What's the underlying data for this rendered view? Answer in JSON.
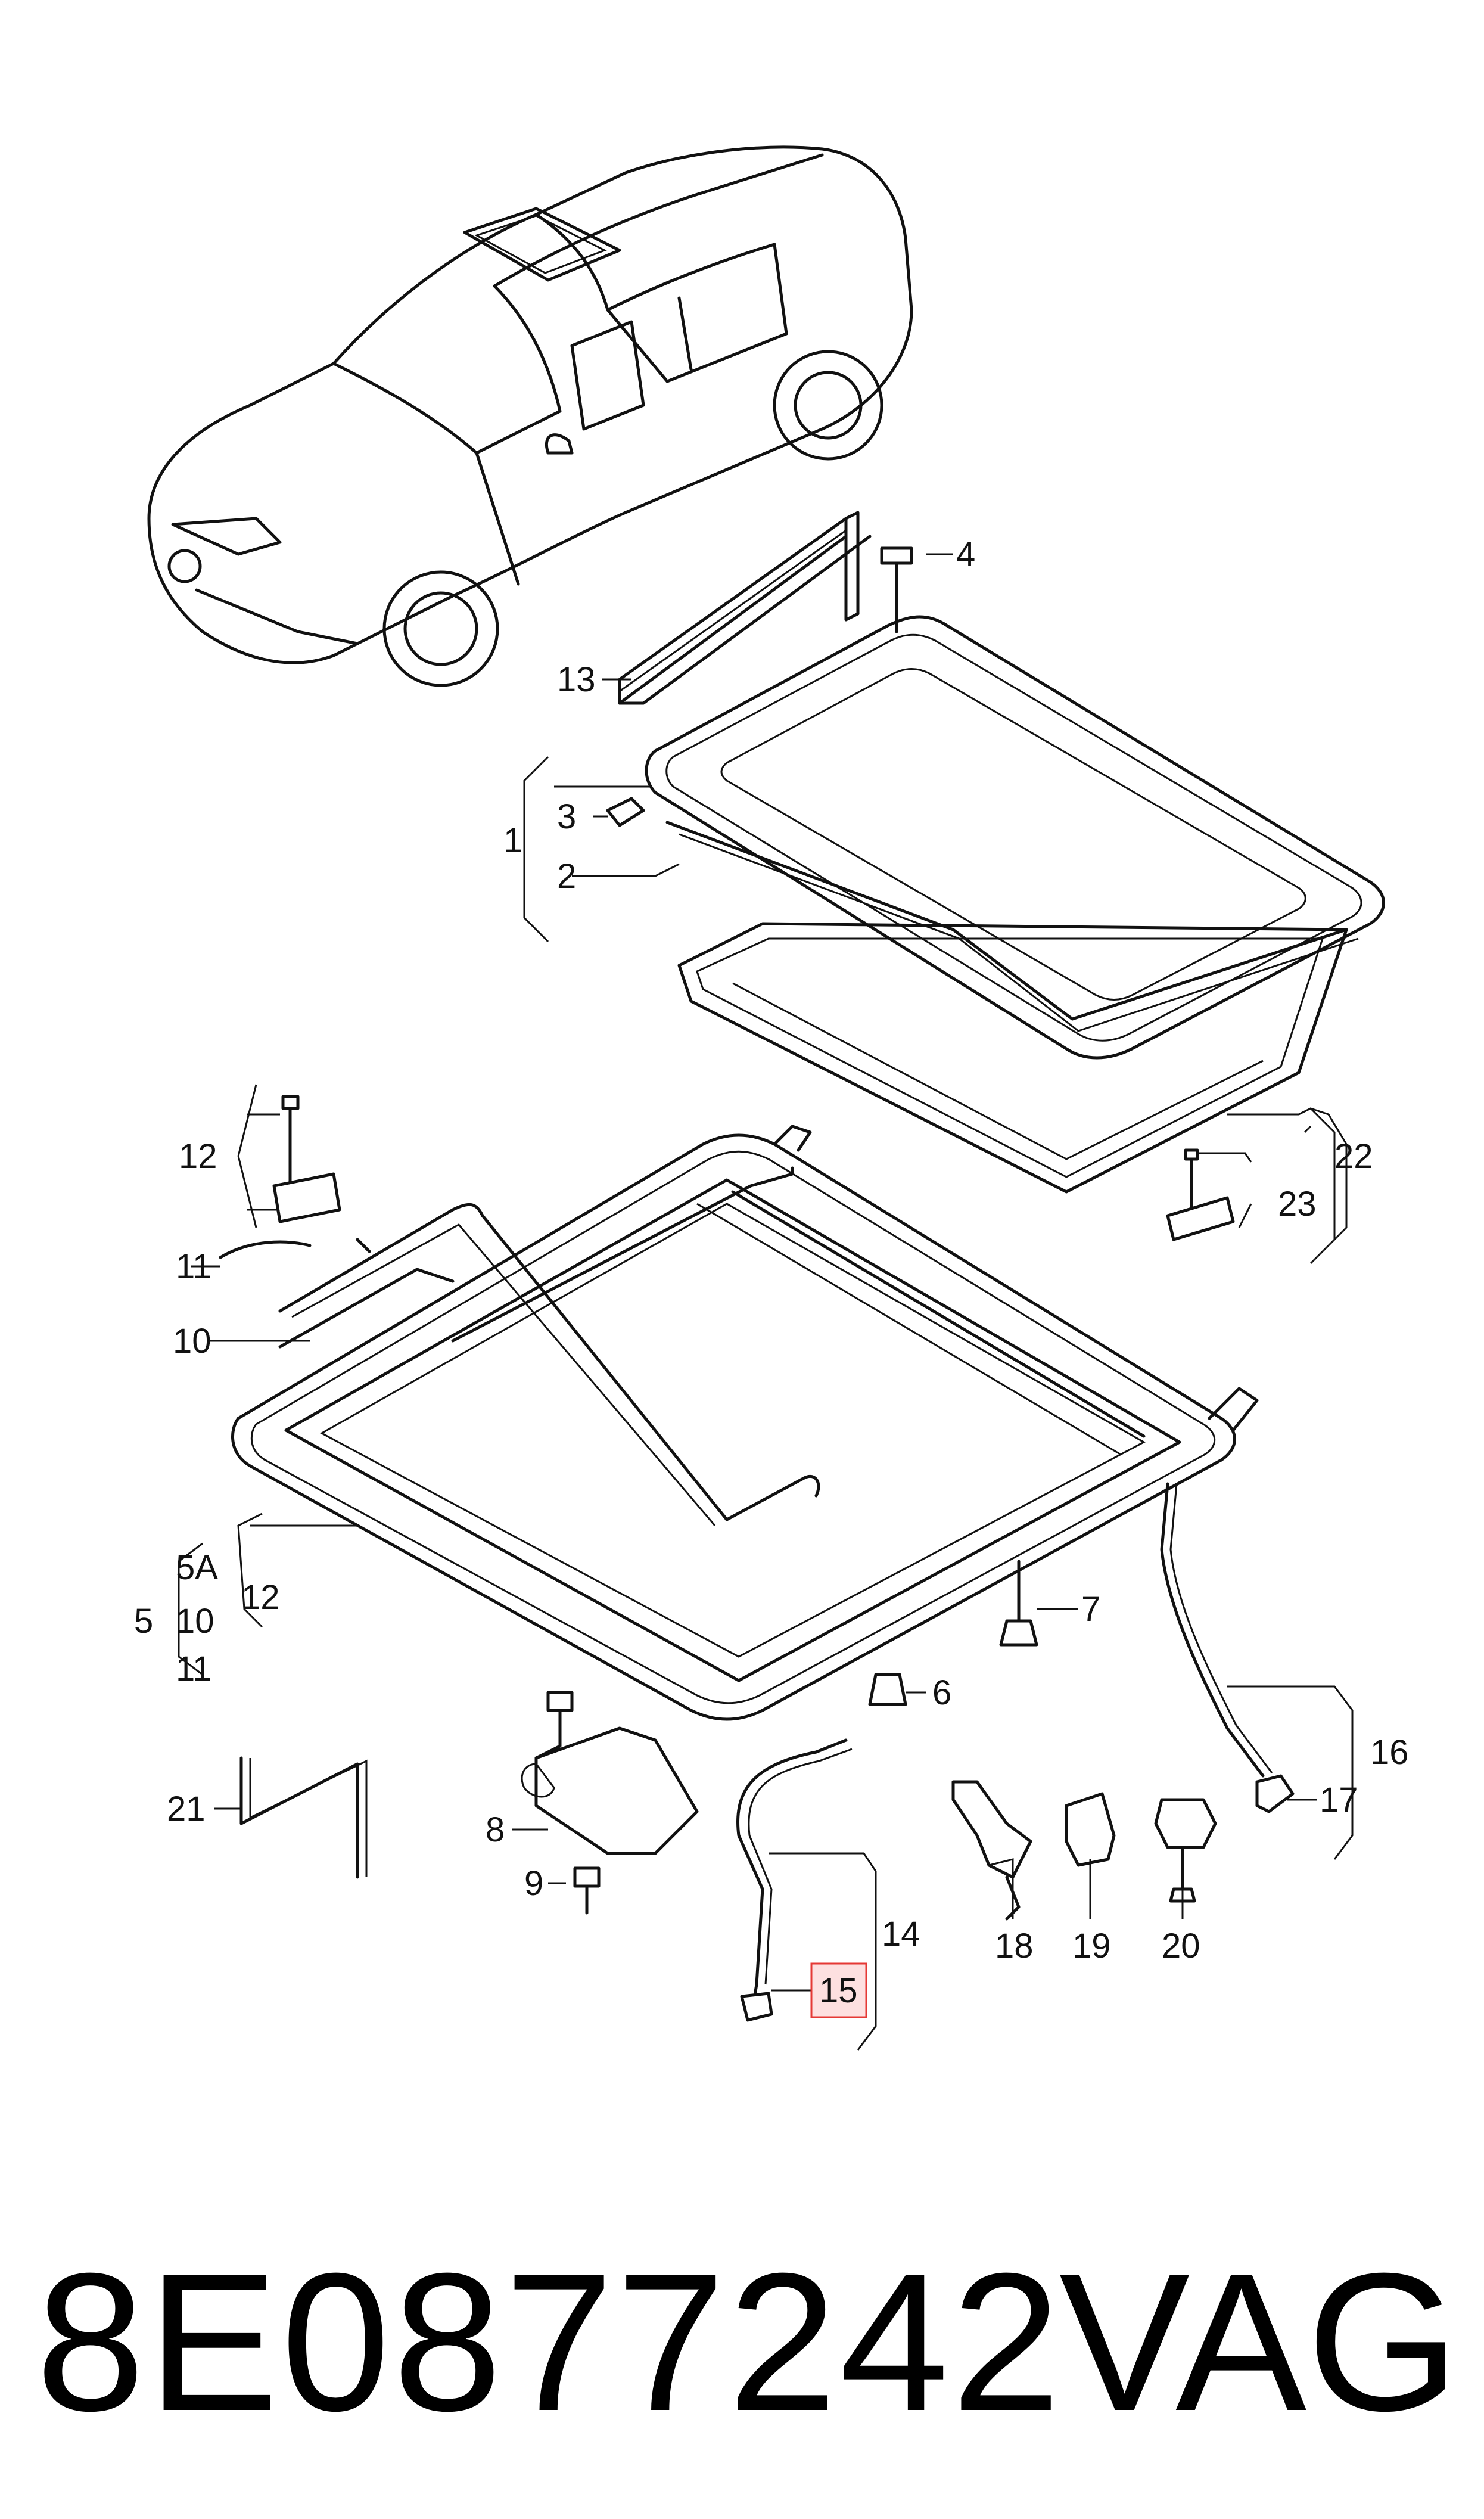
{
  "callouts": {
    "c1": "1",
    "c2": "2",
    "c3": "3",
    "c4": "4",
    "c5": "5",
    "c5a": "5A",
    "c6": "6",
    "c7": "7",
    "c8": "8",
    "c9": "9",
    "c10a": "10",
    "c10b": "10",
    "c11a": "11",
    "c11b": "11",
    "c12a": "12",
    "c12b": "12",
    "c13": "13",
    "c14": "14",
    "c15": "15",
    "c16": "16",
    "c17": "17",
    "c18": "18",
    "c19": "19",
    "c20": "20",
    "c21": "21",
    "c22": "22",
    "c23": "23"
  },
  "highlight": {
    "color": "#e53935",
    "fill": "#fde0e0"
  },
  "footer": {
    "part_number": "8E0877242",
    "brand": "VAG"
  }
}
